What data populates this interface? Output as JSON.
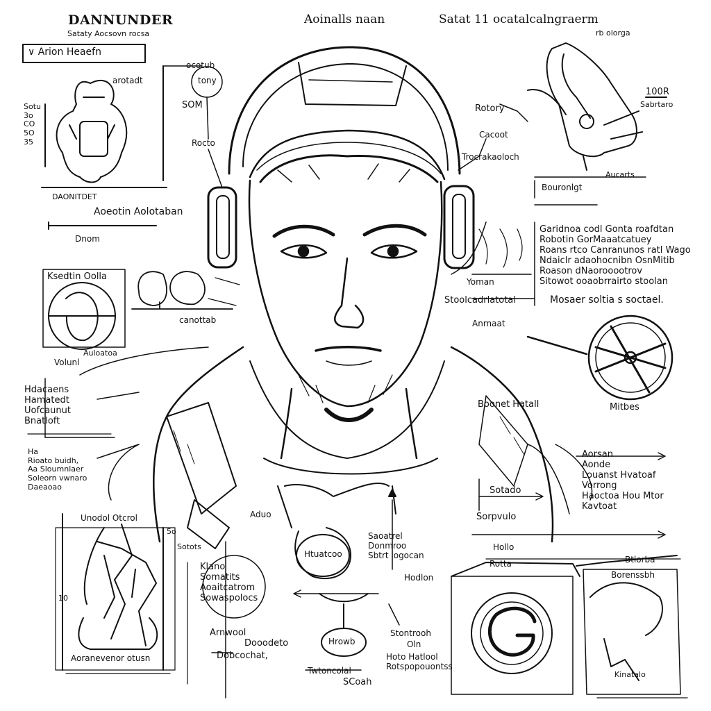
{
  "header": {
    "title_left": "DANNUNDER",
    "subtitle_left": "Sataty Aocsovn rocsa",
    "title_center": "Aoinalls naan",
    "title_right": "Satat 11 ocatalcalngraerm",
    "subtitle_right": "rb olorga"
  },
  "left_panel": {
    "box_title": "Arion Heaefn",
    "sidecols": [
      "Sotu",
      "3o",
      "CO",
      "5O",
      "35"
    ],
    "dim_label": "DAONITDET",
    "side_note_1": "arotadt",
    "measure_label": "Aoeotin Aolotaban",
    "dnom": "Dnom"
  },
  "mid_top_labels": {
    "ootoub": "ocotub",
    "tony": "tony",
    "som": "SOM",
    "rocto": "Rocto"
  },
  "right_top": {
    "label_100": "100R",
    "label_sabare": "Sabrtaro",
    "label_rotory": "Rotory",
    "label_ccloor": "Cacoot",
    "label_tronak": "Trocrakaoloch",
    "label_bouron": "Bouronlgt",
    "label_arrowtext": "Aucarts"
  },
  "right_text_block": {
    "lines": [
      "Garidnoa codl Gonta roafdtan",
      "Robotin GorMaaatcatuey",
      "Roans rtco Canranunos ratl Wago",
      "Ndaiclr adaohocnibn OsnMitib",
      "Roason dNaorooootrov",
      "Sitowot ooaobrrairto stoolan"
    ],
    "right_bold": "Mosaer soltia s soctael."
  },
  "left_mid": {
    "title": "Ksedtin Oolla",
    "label_cotcolab": "canottab",
    "label_volunl": "Volunl",
    "label_sateaua": "Auloatoa",
    "left_notes": [
      "Hdacaens",
      "Hamatedt",
      "Uofcaunut",
      "Bnatloft"
    ],
    "kc_lines": [
      "Ha",
      "Rioato buidh,",
      "Aa Sloumnlaer",
      "Soleorn vwnaro",
      "Daeaoao"
    ]
  },
  "face_labels": {
    "yoman": "Yoman",
    "stochat": "Stoolcadrlatotal",
    "armat": "Anrnaat",
    "bostat": "Boonet Hatall",
    "mites": "Mitbes"
  },
  "right_mid": {
    "lines": [
      "Aorsan",
      "Aonde",
      "Louanst Hvatoaf",
      "Vorrong",
      "Haoctoa Hou Mtor",
      "Kavtoat"
    ],
    "sotado": "Sotado",
    "sorpvulo": "Sorpvulo",
    "label_atlo": "Hollo",
    "label_abo": "Rotta",
    "label_blo": "Btlorba",
    "box_note": "Borenssbh",
    "bottom_right_label": "Kinatalo"
  },
  "bottom_left": {
    "title": "Unodol Otcrol",
    "side_10": "10",
    "side_5o": "5o",
    "cap_1": "Sotots",
    "figure_caption": "Aoranevenor otusn"
  },
  "bottom_center": {
    "notes_left": [
      "Klano",
      "Somatits",
      "Aoaitcatrom",
      "Sowaspolocs"
    ],
    "aduo": "Aduo",
    "arn": "Arnwool",
    "dcodefo": "Dooodeto",
    "docctchat": "Dobcochat,",
    "circle_1": "Htuatcoo",
    "circle_2": "Hrowb",
    "center_top": [
      "Saoatrel",
      "Donmroo",
      "Sbtrt logocan"
    ],
    "sodon": "Hodlon",
    "steppo": "Stontrooh",
    "om": "Oln",
    "bloth": [
      "Hoto Hatlool",
      "Rotspopouontss"
    ],
    "bottom_small": "Twtoncolal",
    "bottom_s": "SCoah"
  }
}
